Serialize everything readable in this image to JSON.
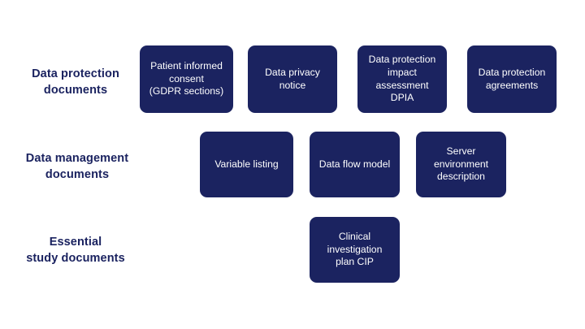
{
  "diagram": {
    "type": "category-row-matrix",
    "background_color": "#ffffff",
    "node_fill_color": "#1b2360",
    "node_text_color": "#ffffff",
    "label_text_color": "#1b2360",
    "rows": [
      {
        "label": "Data protection\ndocuments",
        "nodes": [
          {
            "label": "Patient informed\nconsent\n(GDPR sections)"
          },
          {
            "label": "Data privacy\nnotice"
          },
          {
            "label": "Data protection\nimpact\nassessment\nDPIA"
          },
          {
            "label": "Data protection\nagreements"
          }
        ]
      },
      {
        "label": "Data management\ndocuments",
        "nodes": [
          {
            "label": "Variable listing"
          },
          {
            "label": "Data flow model"
          },
          {
            "label": "Server\nenvironment\ndescription"
          }
        ]
      },
      {
        "label": "Essential\nstudy documents",
        "nodes": [
          {
            "label": "Clinical\ninvestigation\nplan CIP"
          }
        ]
      }
    ]
  }
}
